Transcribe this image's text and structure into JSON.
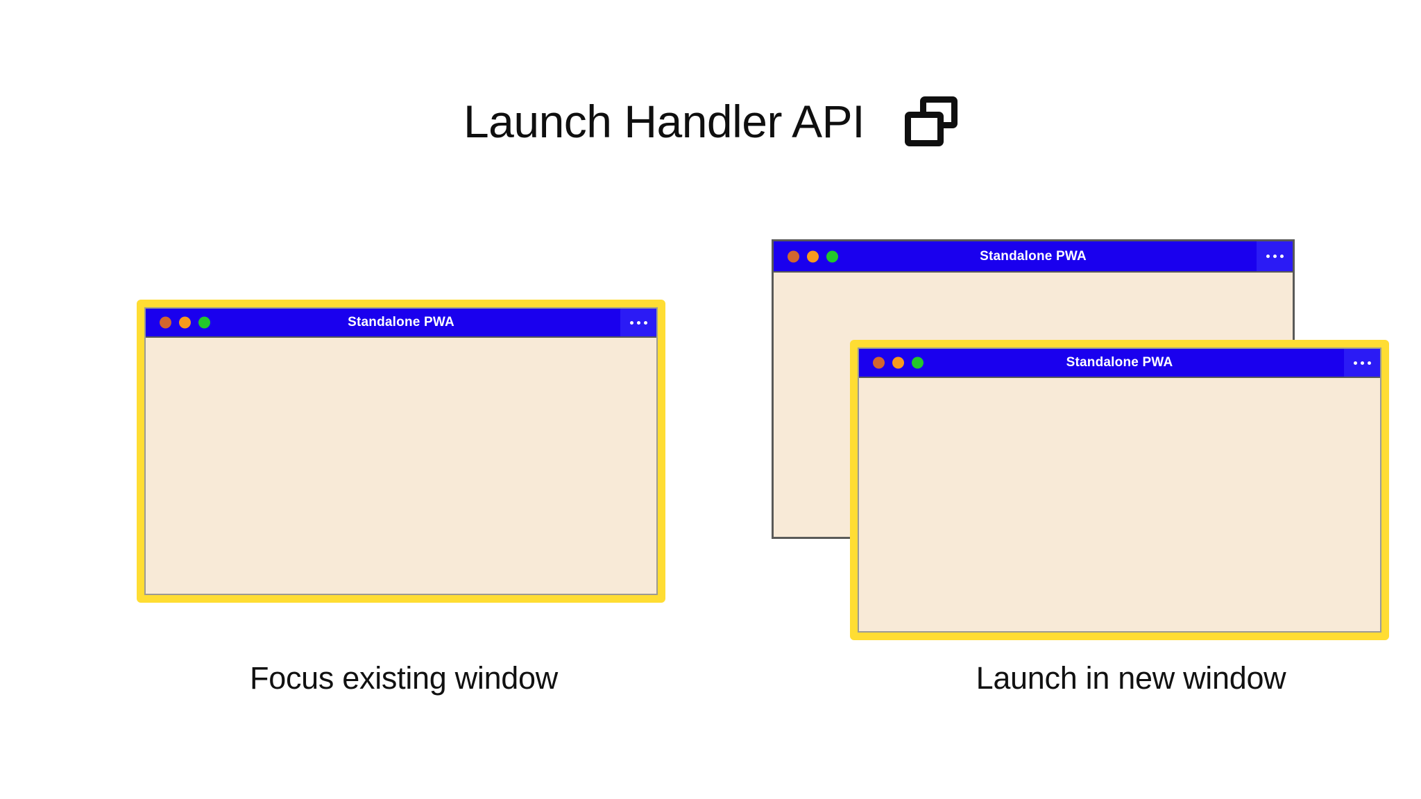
{
  "page": {
    "background_color": "#ffffff",
    "title": "Launch Handler API",
    "title_icon": "windows-overlap-icon"
  },
  "colors": {
    "title_text": "#0f0f0f",
    "window_titlebar_blue": "#1a00ee",
    "window_menu_blue": "#2b1bf5",
    "window_body_cream": "#f8ead7",
    "focus_border_yellow": "#ffdd33",
    "unfocused_border_gray": "#5a5a58",
    "traffic_close": "#d2662f",
    "traffic_minimize": "#f79a1e",
    "traffic_maximize": "#23c72b",
    "caption_text": "#111111"
  },
  "scenes": [
    {
      "id": "focus-existing-window",
      "caption": "Focus existing window",
      "windows": [
        {
          "id": "left-window",
          "title": "Standalone PWA",
          "focused": true,
          "menu_icon": "overflow-menu-icon",
          "traffic_lights": [
            "close",
            "minimize",
            "maximize"
          ]
        }
      ]
    },
    {
      "id": "launch-in-new-window",
      "caption": "Launch in new window",
      "windows": [
        {
          "id": "right-back-window",
          "title": "Standalone PWA",
          "focused": false,
          "menu_icon": "overflow-menu-icon",
          "traffic_lights": [
            "close",
            "minimize",
            "maximize"
          ]
        },
        {
          "id": "right-front-window",
          "title": "Standalone PWA",
          "focused": true,
          "menu_icon": "overflow-menu-icon",
          "traffic_lights": [
            "close",
            "minimize",
            "maximize"
          ]
        }
      ]
    }
  ]
}
